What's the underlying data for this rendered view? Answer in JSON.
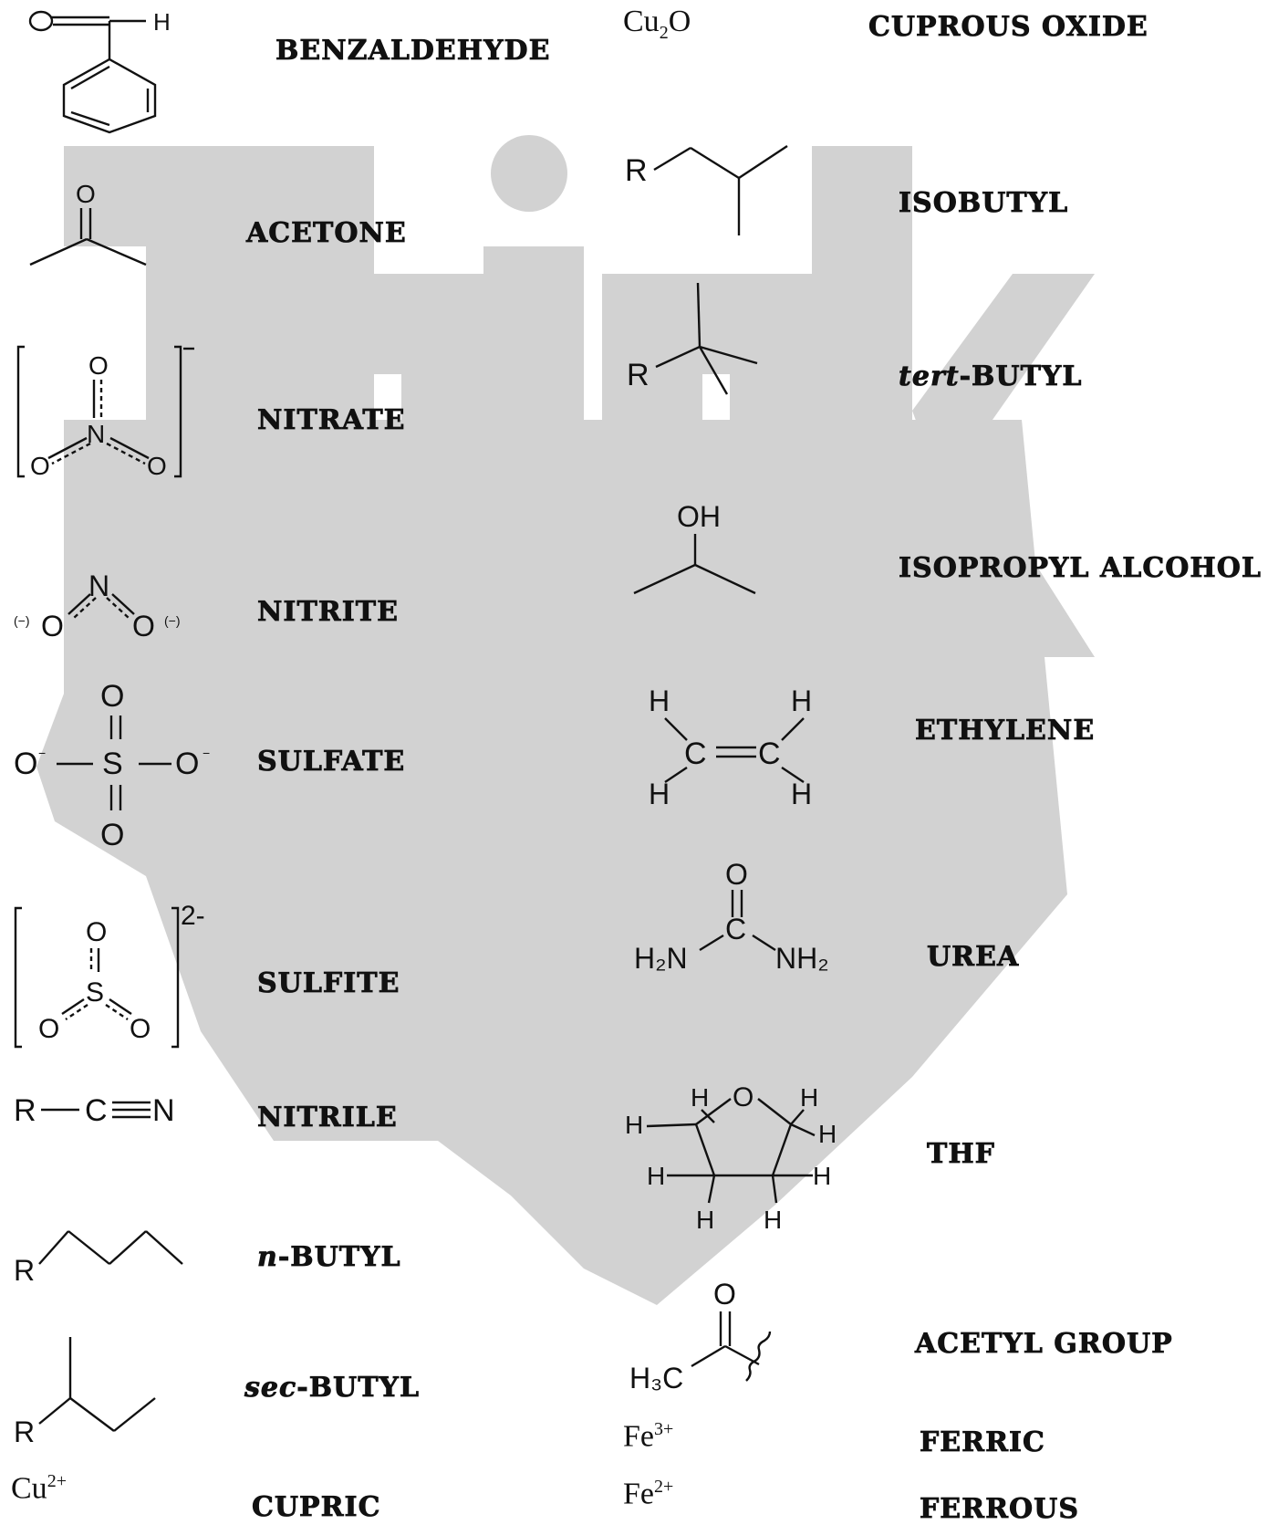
{
  "watermark": {
    "text": "Think",
    "color": "#d0d0d0"
  },
  "left_column": [
    {
      "name": "BENZALDEHYDE"
    },
    {
      "name": "ACETONE"
    },
    {
      "name": "NITRATE"
    },
    {
      "name": "NITRITE"
    },
    {
      "name": "SULFATE"
    },
    {
      "name": "SULFITE"
    },
    {
      "name": "NITRILE"
    },
    {
      "prefix": "n",
      "name": "-BUTYL"
    },
    {
      "prefix": "sec",
      "name": "-BUTYL"
    },
    {
      "formula": "Cu",
      "charge": "2+",
      "name": "CUPRIC"
    }
  ],
  "right_column": [
    {
      "formula": "Cu",
      "sub": "2",
      "formula_tail": "O",
      "name": "CUPROUS OXIDE"
    },
    {
      "name": "ISOBUTYL"
    },
    {
      "prefix": "tert",
      "name": "-BUTYL"
    },
    {
      "name": "ISOPROPYL ALCOHOL"
    },
    {
      "name": "ETHYLENE"
    },
    {
      "name": "UREA"
    },
    {
      "name": "THF"
    },
    {
      "name": "ACETYL GROUP"
    },
    {
      "formula": "Fe",
      "charge": "3+",
      "name": "FERRIC"
    },
    {
      "formula": "Fe",
      "charge": "2+",
      "name": "FERROUS"
    }
  ],
  "atoms": {
    "O": "O",
    "H": "H",
    "N": "N",
    "S": "S",
    "C": "C",
    "R": "R",
    "minus": "−",
    "neg": "(−)",
    "two_minus": "2-",
    "OH": "OH",
    "H2N": "H₂N",
    "NH2": "NH₂",
    "H3C": "H₃C"
  }
}
